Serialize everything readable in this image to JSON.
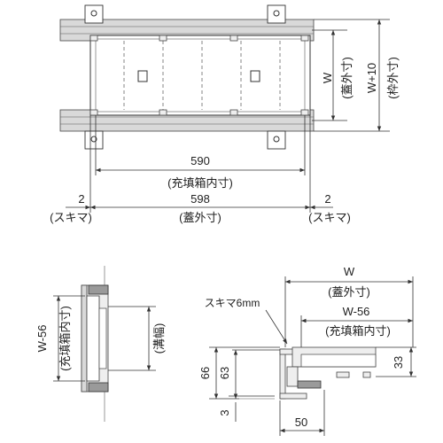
{
  "top_view": {
    "dim_590": "590",
    "dim_590_note": "(充填箱内寸)",
    "dim_598": "598",
    "dim_598_note": "(蓋外寸)",
    "gap_left": "2",
    "gap_left_note": "(スキマ)",
    "gap_right": "2",
    "gap_right_note": "(スキマ)",
    "w_label": "W",
    "w_note": "(蓋外寸)",
    "w10_label": "W+10",
    "w10_note": "(枠外寸)"
  },
  "side_view": {
    "w56_label": "W-56",
    "w56_note": "(充填箱内寸)",
    "groove_note": "(溝幅)"
  },
  "section_view": {
    "w_label": "W",
    "w_note": "(蓋外寸)",
    "gap_label": "スキマ6mm",
    "w56_label": "W-56",
    "w56_note": "(充填箱内寸)",
    "h66": "66",
    "h63": "63",
    "h33": "33",
    "h3": "3",
    "w50": "50"
  },
  "colors": {
    "frame_gray": "#d9d9d9",
    "dark_gray": "#9a9a9a"
  }
}
